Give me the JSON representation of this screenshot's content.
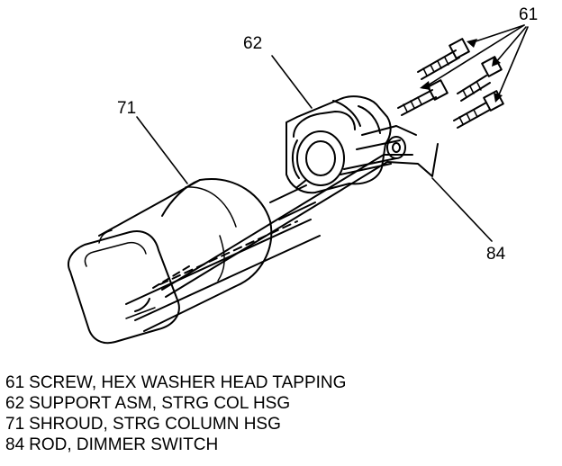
{
  "callouts": [
    {
      "id": "61",
      "text": "61"
    },
    {
      "id": "62",
      "text": "62"
    },
    {
      "id": "71",
      "text": "71"
    },
    {
      "id": "84",
      "text": "84"
    }
  ],
  "legend": [
    {
      "number": "61",
      "description": "SCREW, HEX WASHER HEAD TAPPING"
    },
    {
      "number": "62",
      "description": "SUPPORT ASM, STRG COL HSG"
    },
    {
      "number": "71",
      "description": "SHROUD, STRG COLUMN HSG"
    },
    {
      "number": "84",
      "description": "ROD, DIMMER SWITCH"
    }
  ],
  "colors": {
    "ink": "#000000",
    "background": "#ffffff"
  }
}
